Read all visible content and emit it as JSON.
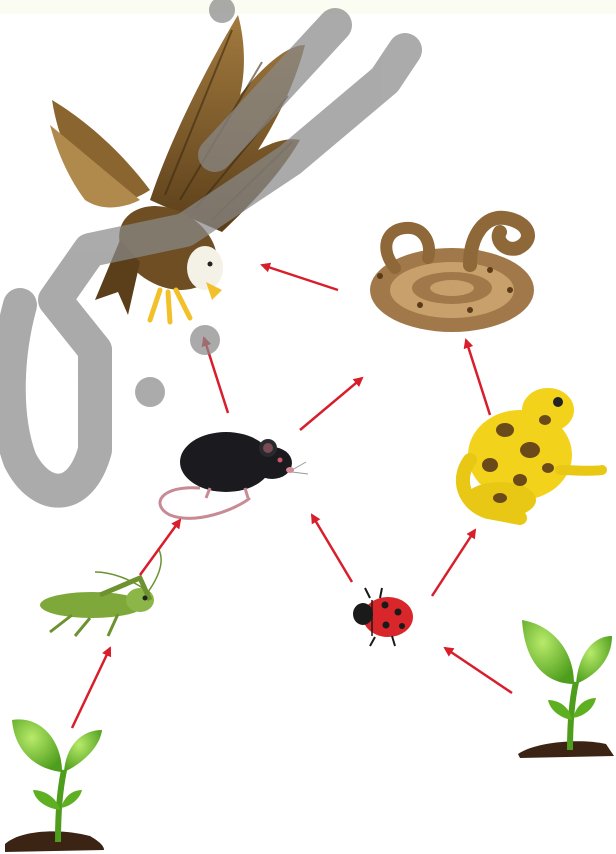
{
  "organisms": [
    {
      "id": "eagle",
      "icon": "eagle-icon"
    },
    {
      "id": "snake",
      "icon": "snake-icon"
    },
    {
      "id": "mouse",
      "icon": "mouse-icon"
    },
    {
      "id": "frog",
      "icon": "frog-icon"
    },
    {
      "id": "grasshopper",
      "icon": "grasshopper-icon"
    },
    {
      "id": "ladybug",
      "icon": "ladybug-icon"
    },
    {
      "id": "plant-left",
      "icon": "plant-icon"
    },
    {
      "id": "plant-right",
      "icon": "plant-icon"
    }
  ],
  "links": [
    {
      "from": "plant-left",
      "to": "grasshopper"
    },
    {
      "from": "grasshopper",
      "to": "mouse"
    },
    {
      "from": "plant-right",
      "to": "ladybug"
    },
    {
      "from": "ladybug",
      "to": "mouse"
    },
    {
      "from": "ladybug",
      "to": "frog"
    },
    {
      "from": "mouse",
      "to": "eagle"
    },
    {
      "from": "mouse",
      "to": "snake"
    },
    {
      "from": "frog",
      "to": "snake"
    },
    {
      "from": "snake",
      "to": "eagle"
    }
  ],
  "colors": {
    "arrow": "#d81e2a",
    "watermark": "#8a8a8a",
    "leaf": "#6fbf2a",
    "soil": "#3b2414",
    "eagle": "#7a5a2a",
    "snake": "#a0784a",
    "mouse": "#1b1b1f",
    "frog": "#f2d21a",
    "grasshopper": "#7fa83a",
    "ladybug": "#d8262a"
  }
}
